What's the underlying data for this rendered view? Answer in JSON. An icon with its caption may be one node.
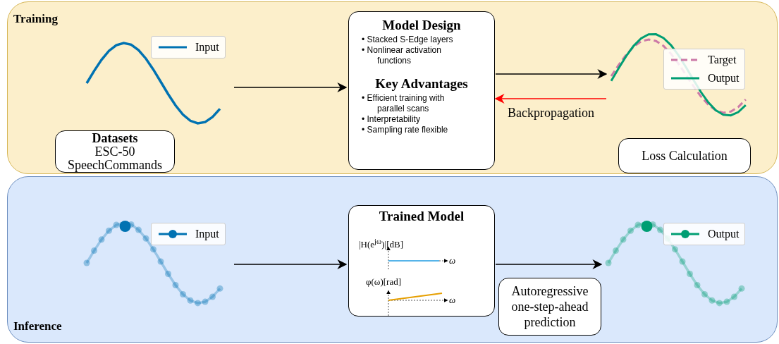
{
  "diagram": {
    "nodes": [
      {
        "text": [
          "Training"
        ]
      },
      {
        "text": [],
        "shape": "picture",
        "in": 0
      },
      {
        "text": [
          "Datasets",
          "ESC-50",
          "SpeechCommands"
        ],
        "in": 0
      },
      {
        "text": [
          "Model Design",
          "• Stacked S-Edge layers",
          "• Nonlinear activation functions",
          "Key Advantages",
          "• Efficient training with parallel scans",
          "• Interpretability",
          "• Sampling rate flexible"
        ],
        "in": 0
      },
      {
        "text": [],
        "shape": "picture",
        "in": 0
      },
      {
        "text": [
          "Loss Calculation"
        ],
        "in": 0
      },
      {
        "text": [
          "Inference"
        ]
      },
      {
        "text": [],
        "shape": "picture",
        "in": 6
      },
      {
        "text": [
          "Trained Model",
          "|H(e$^{jω}$)|[dB]",
          "ω",
          "φ(ω)[rad]",
          "ω"
        ],
        "in": 6
      },
      {
        "text": [],
        "shape": "picture",
        "in": 6
      },
      {
        "text": [
          "Autoregressive one-step-ahead prediction"
        ],
        "in": 6
      }
    ],
    "edges": [
      {
        "from": 1,
        "to": 3,
        "arrow": "to"
      },
      {
        "from": 3,
        "to": 4,
        "arrow": "to"
      },
      {
        "from": 4,
        "to": 3,
        "arrow": "to",
        "label": "Backpropagation",
        "color": "#ff0000"
      },
      {
        "from": 7,
        "to": 8,
        "arrow": "to"
      },
      {
        "from": 8,
        "to": 9,
        "arrow": "to"
      }
    ],
    "legend": [
      {
        "text": "Input"
      },
      {
        "text": "Target"
      },
      {
        "text": "Output"
      },
      {
        "text": "Input"
      },
      {
        "text": "Output"
      }
    ]
  }
}
